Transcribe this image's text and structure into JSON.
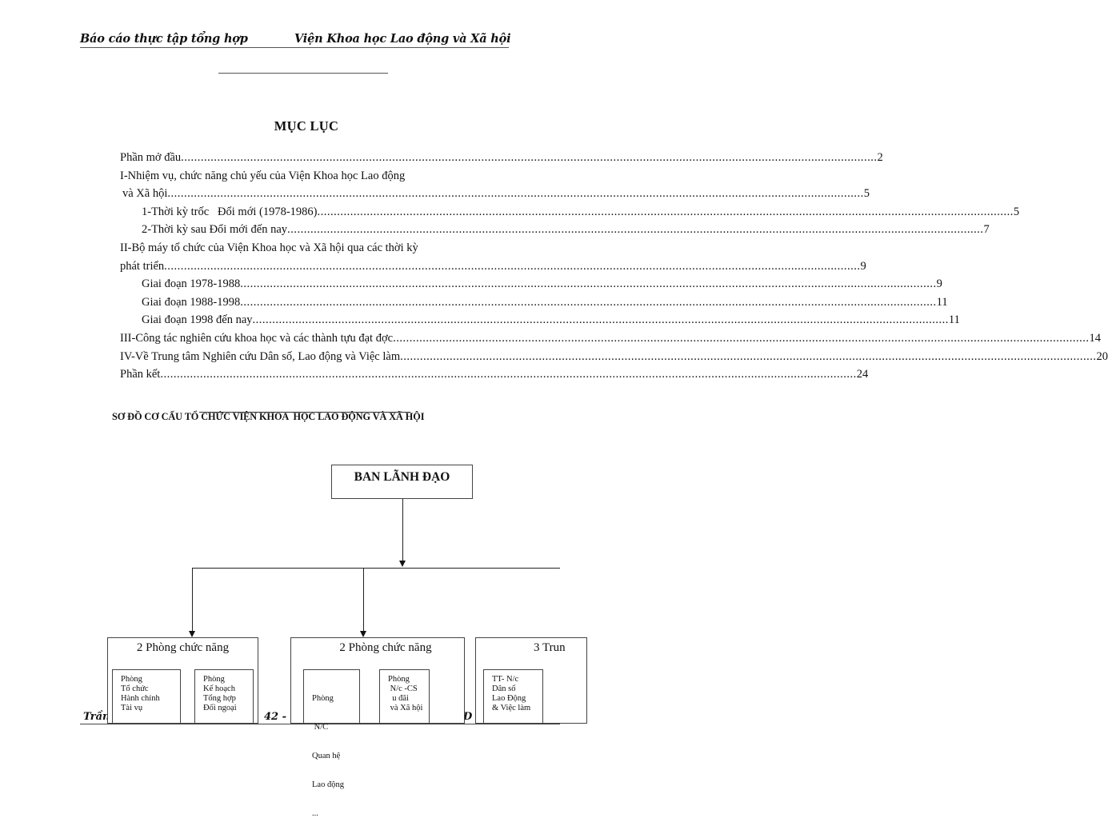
{
  "header": {
    "left": "Báo cáo thực tập tổng hợp",
    "right": "Viện Khoa học Lao động và Xã hội"
  },
  "toc": {
    "title": "MỤC LỤC",
    "entries": [
      {
        "label": "Phần mở đầu",
        "page": "2"
      },
      {
        "label": "I-Nhiệm vụ, chức năng chủ yếu của Viện Khoa học Lao động",
        "page": ""
      },
      {
        "label": "và Xã hội",
        "page": "5"
      },
      {
        "label": "1-Thời kỳ trốc   Đổi mới (1978-1986)",
        "page": "5"
      },
      {
        "label": "2-Thời kỳ sau Đổi mới đến nay",
        "page": "7"
      },
      {
        "label": "II-Bộ máy tổ chức của Viện Khoa học và Xã hội qua các thời kỳ",
        "page": ""
      },
      {
        "label": "phát triển",
        "page": "9"
      },
      {
        "label": "Giai đoạn 1978-1988",
        "page": "9"
      },
      {
        "label": "Giai đoạn 1988-1998",
        "page": "11"
      },
      {
        "label": "Giai đoạn 1998 đến nay",
        "page": "11"
      },
      {
        "label": "III-Công tác nghiên cứu khoa học và các thành tựu đạt đợc",
        "page": "14"
      },
      {
        "label": "IV-Về Trung tâm Nghiên cứu Dân số, Lao động và Việc làm",
        "page": "20"
      },
      {
        "label": "Phần kết",
        "page": "24"
      }
    ]
  },
  "org_chart": {
    "title": "SƠ ĐỒ CƠ CẤU TỔ CHỨC VIỆN KHOA  HỌC LAO ĐỘNG VÀ XÃ HỘI",
    "leadership": "BAN LÃNH ĐẠO",
    "groups": [
      {
        "title": "2 Phòng chức năng",
        "units": [
          [
            "Phòng",
            "Tổ chức",
            "Hành chính",
            "Tài vụ"
          ],
          [
            "Phòng",
            "Kế hoạch",
            "Tổng hợp",
            "Đối ngoại"
          ]
        ]
      },
      {
        "title": "2 Phòng chức năng",
        "units": [
          [
            "Phòng",
            " N/C",
            "Quan hệ",
            "Lao động",
            "..."
          ],
          [
            "Phòng",
            " N/c -CS",
            "  u đãi",
            " và Xã hội"
          ]
        ]
      },
      {
        "title": "3 Trun",
        "units": [
          [
            "TT- N/c",
            "Dân số",
            "Lao Động",
            "& Việc làm"
          ]
        ]
      }
    ]
  },
  "footer": {
    "left": "Trần",
    "center": "42 - T",
    "right": "TQD"
  }
}
